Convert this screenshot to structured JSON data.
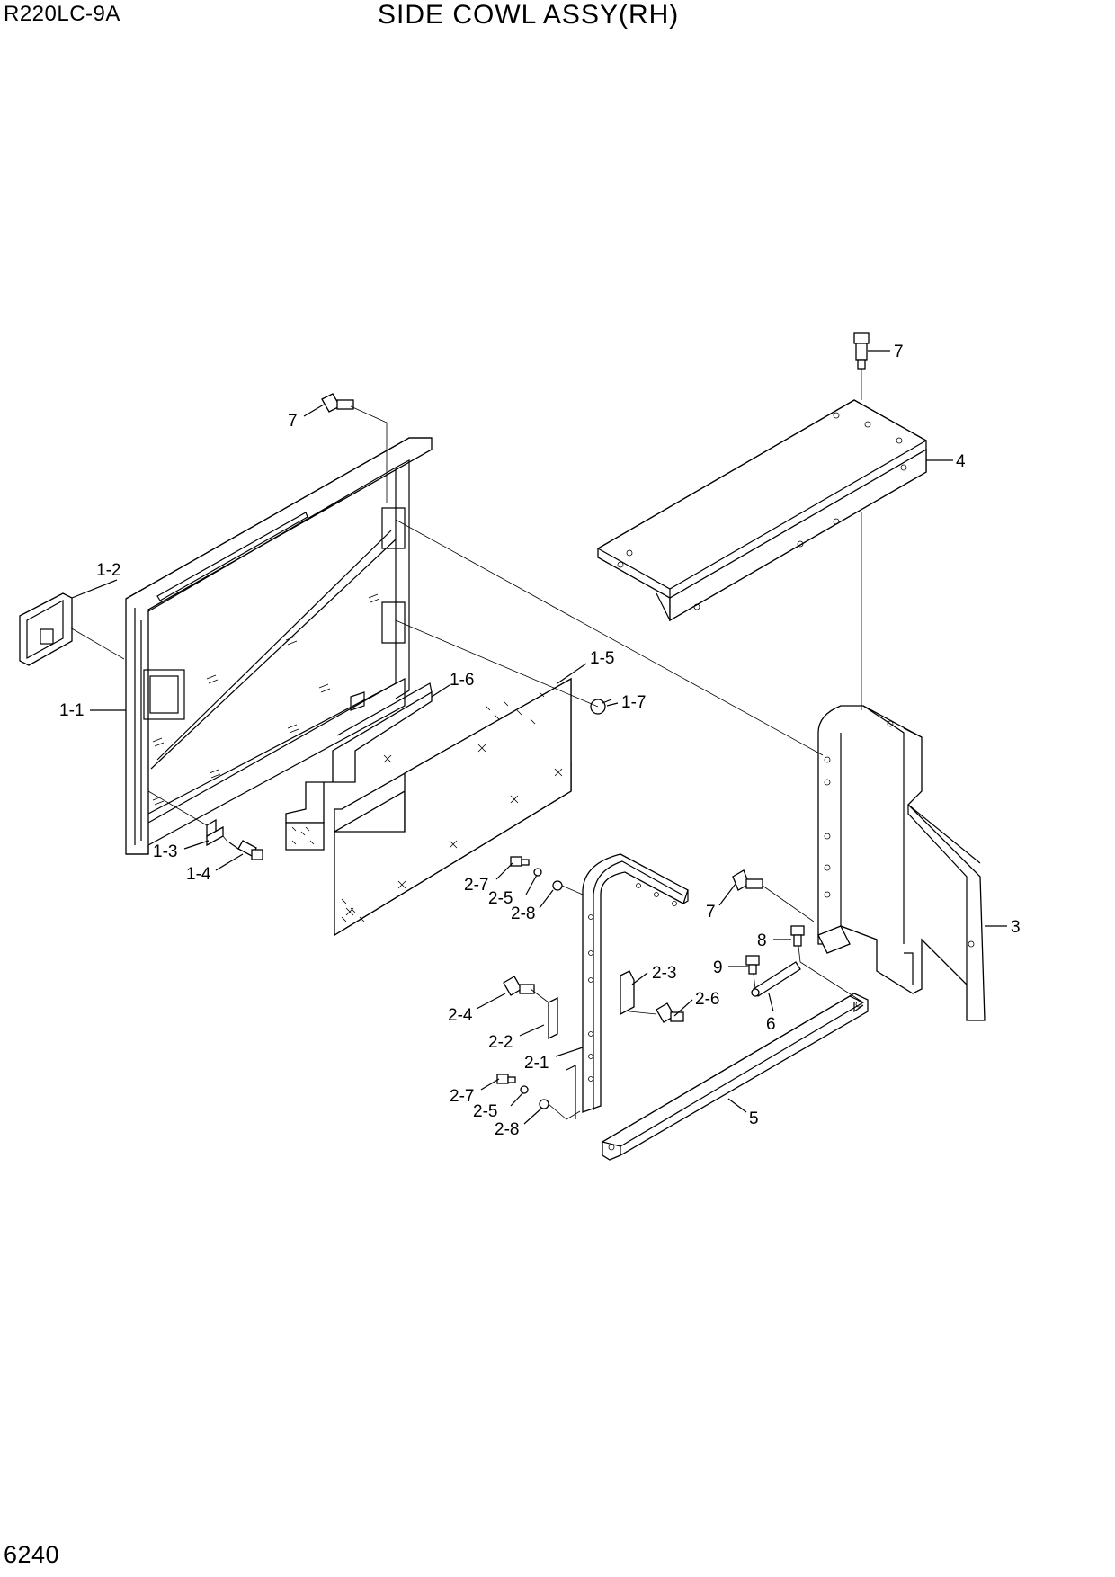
{
  "header": {
    "model": "R220LC-9A",
    "title": "SIDE COWL ASSY(RH)"
  },
  "footer": {
    "page_number": "6240"
  },
  "callouts": [
    {
      "id": "c1",
      "label": "7"
    },
    {
      "id": "c2",
      "label": "1-2"
    },
    {
      "id": "c3",
      "label": "1-1"
    },
    {
      "id": "c4",
      "label": "1-6"
    },
    {
      "id": "c5",
      "label": "1-5"
    },
    {
      "id": "c6",
      "label": "1-7"
    },
    {
      "id": "c7",
      "label": "1-3"
    },
    {
      "id": "c8",
      "label": "1-4"
    },
    {
      "id": "c9",
      "label": "7"
    },
    {
      "id": "c10",
      "label": "4"
    },
    {
      "id": "c11",
      "label": "2-7"
    },
    {
      "id": "c12",
      "label": "2-5"
    },
    {
      "id": "c13",
      "label": "2-8"
    },
    {
      "id": "c14",
      "label": "7"
    },
    {
      "id": "c15",
      "label": "3"
    },
    {
      "id": "c16",
      "label": "8"
    },
    {
      "id": "c17",
      "label": "9"
    },
    {
      "id": "c18",
      "label": "2-3"
    },
    {
      "id": "c19",
      "label": "2-6"
    },
    {
      "id": "c20",
      "label": "6"
    },
    {
      "id": "c21",
      "label": "2-4"
    },
    {
      "id": "c22",
      "label": "2-2"
    },
    {
      "id": "c23",
      "label": "2-1"
    },
    {
      "id": "c24",
      "label": "2-7"
    },
    {
      "id": "c25",
      "label": "2-5"
    },
    {
      "id": "c26",
      "label": "2-8"
    },
    {
      "id": "c27",
      "label": "5"
    }
  ]
}
